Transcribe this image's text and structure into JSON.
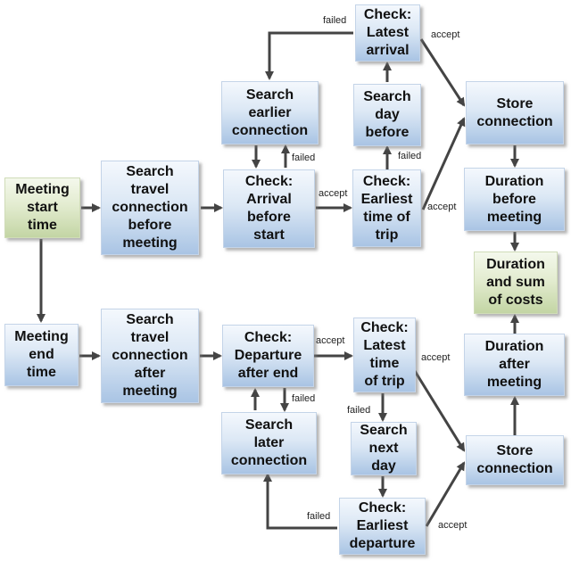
{
  "nodes": {
    "meeting_start": "Meeting\nstart\ntime",
    "meeting_end": "Meeting\nend\ntime",
    "search_before": "Search\ntravel\nconnection\nbefore\nmeeting",
    "search_after": "Search\ntravel\nconnection\nafter\nmeeting",
    "search_earlier": "Search\nearlier\nconnection",
    "check_arrival": "Check:\nArrival\nbefore\nstart",
    "check_earliest_trip": "Check:\nEarliest\ntime of\ntrip",
    "search_day_before": "Search\nday\nbefore",
    "check_latest_arrival": "Check:\nLatest\narrival",
    "store_top": "Store\nconnection",
    "duration_before": "Duration\nbefore\nmeeting",
    "duration_sum": "Duration\nand sum\nof costs",
    "check_departure": "Check:\nDeparture\nafter end",
    "search_later": "Search\nlater\nconnection",
    "check_latest_trip": "Check:\nLatest\ntime\nof trip",
    "search_next_day": "Search\nnext\nday",
    "check_earliest_departure": "Check:\nEarliest\ndeparture",
    "store_bottom": "Store\nconnection",
    "duration_after": "Duration\nafter\nmeeting"
  },
  "labels": {
    "failed_latest_arrival": "failed",
    "accept_latest_arrival": "accept",
    "failed_arrival": "failed",
    "accept_arrival": "accept",
    "failed_earliest_trip": "failed",
    "accept_earliest_trip": "accept",
    "accept_departure": "accept",
    "failed_departure": "failed",
    "accept_latest_trip": "accept",
    "failed_latest_trip": "failed",
    "failed_earliest_departure": "failed",
    "accept_earliest_departure": "accept"
  },
  "colors": {
    "node_blue": "#a9c4e4",
    "node_green": "#c3d5a4",
    "arrow": "#444444"
  }
}
